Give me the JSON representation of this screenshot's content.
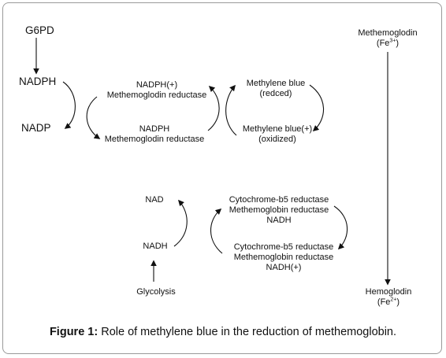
{
  "left": {
    "g6pd": "G6PD",
    "nadph": "NADPH",
    "nadp": "NADP"
  },
  "reductase_cycle": {
    "top": [
      "NADPH(+)",
      "Methemoglodin reductase"
    ],
    "bottom": [
      "NADPH",
      "Methemoglodin reductase"
    ]
  },
  "methylene_blue": {
    "top": [
      "Methylene blue",
      "(redced)"
    ],
    "bottom": [
      "Methylene blue(+)",
      "(oxidized)"
    ]
  },
  "right": {
    "top": {
      "name": "Methemoglodin",
      "ion_pre": "(Fe",
      "ion_sup": "3+",
      "ion_post": ")"
    },
    "bottom": {
      "name": "Hemoglodin",
      "ion_pre": "(Fe",
      "ion_sup": "2+",
      "ion_post": ")"
    }
  },
  "nad_cycle": {
    "nad": "NAD",
    "nadh": "NADH",
    "glycolysis": "Glycolysis"
  },
  "cytochrome": {
    "top": [
      "Cytochrome-b5 reductase",
      "Methemoglobin reductase",
      "NADH"
    ],
    "bottom": [
      "Cytochrome-b5 reductase",
      "Methemoglobin reductase",
      "NADH(+)"
    ]
  },
  "caption": {
    "label": "Figure 1:",
    "text": " Role of methylene blue in the reduction of methemoglobin."
  }
}
